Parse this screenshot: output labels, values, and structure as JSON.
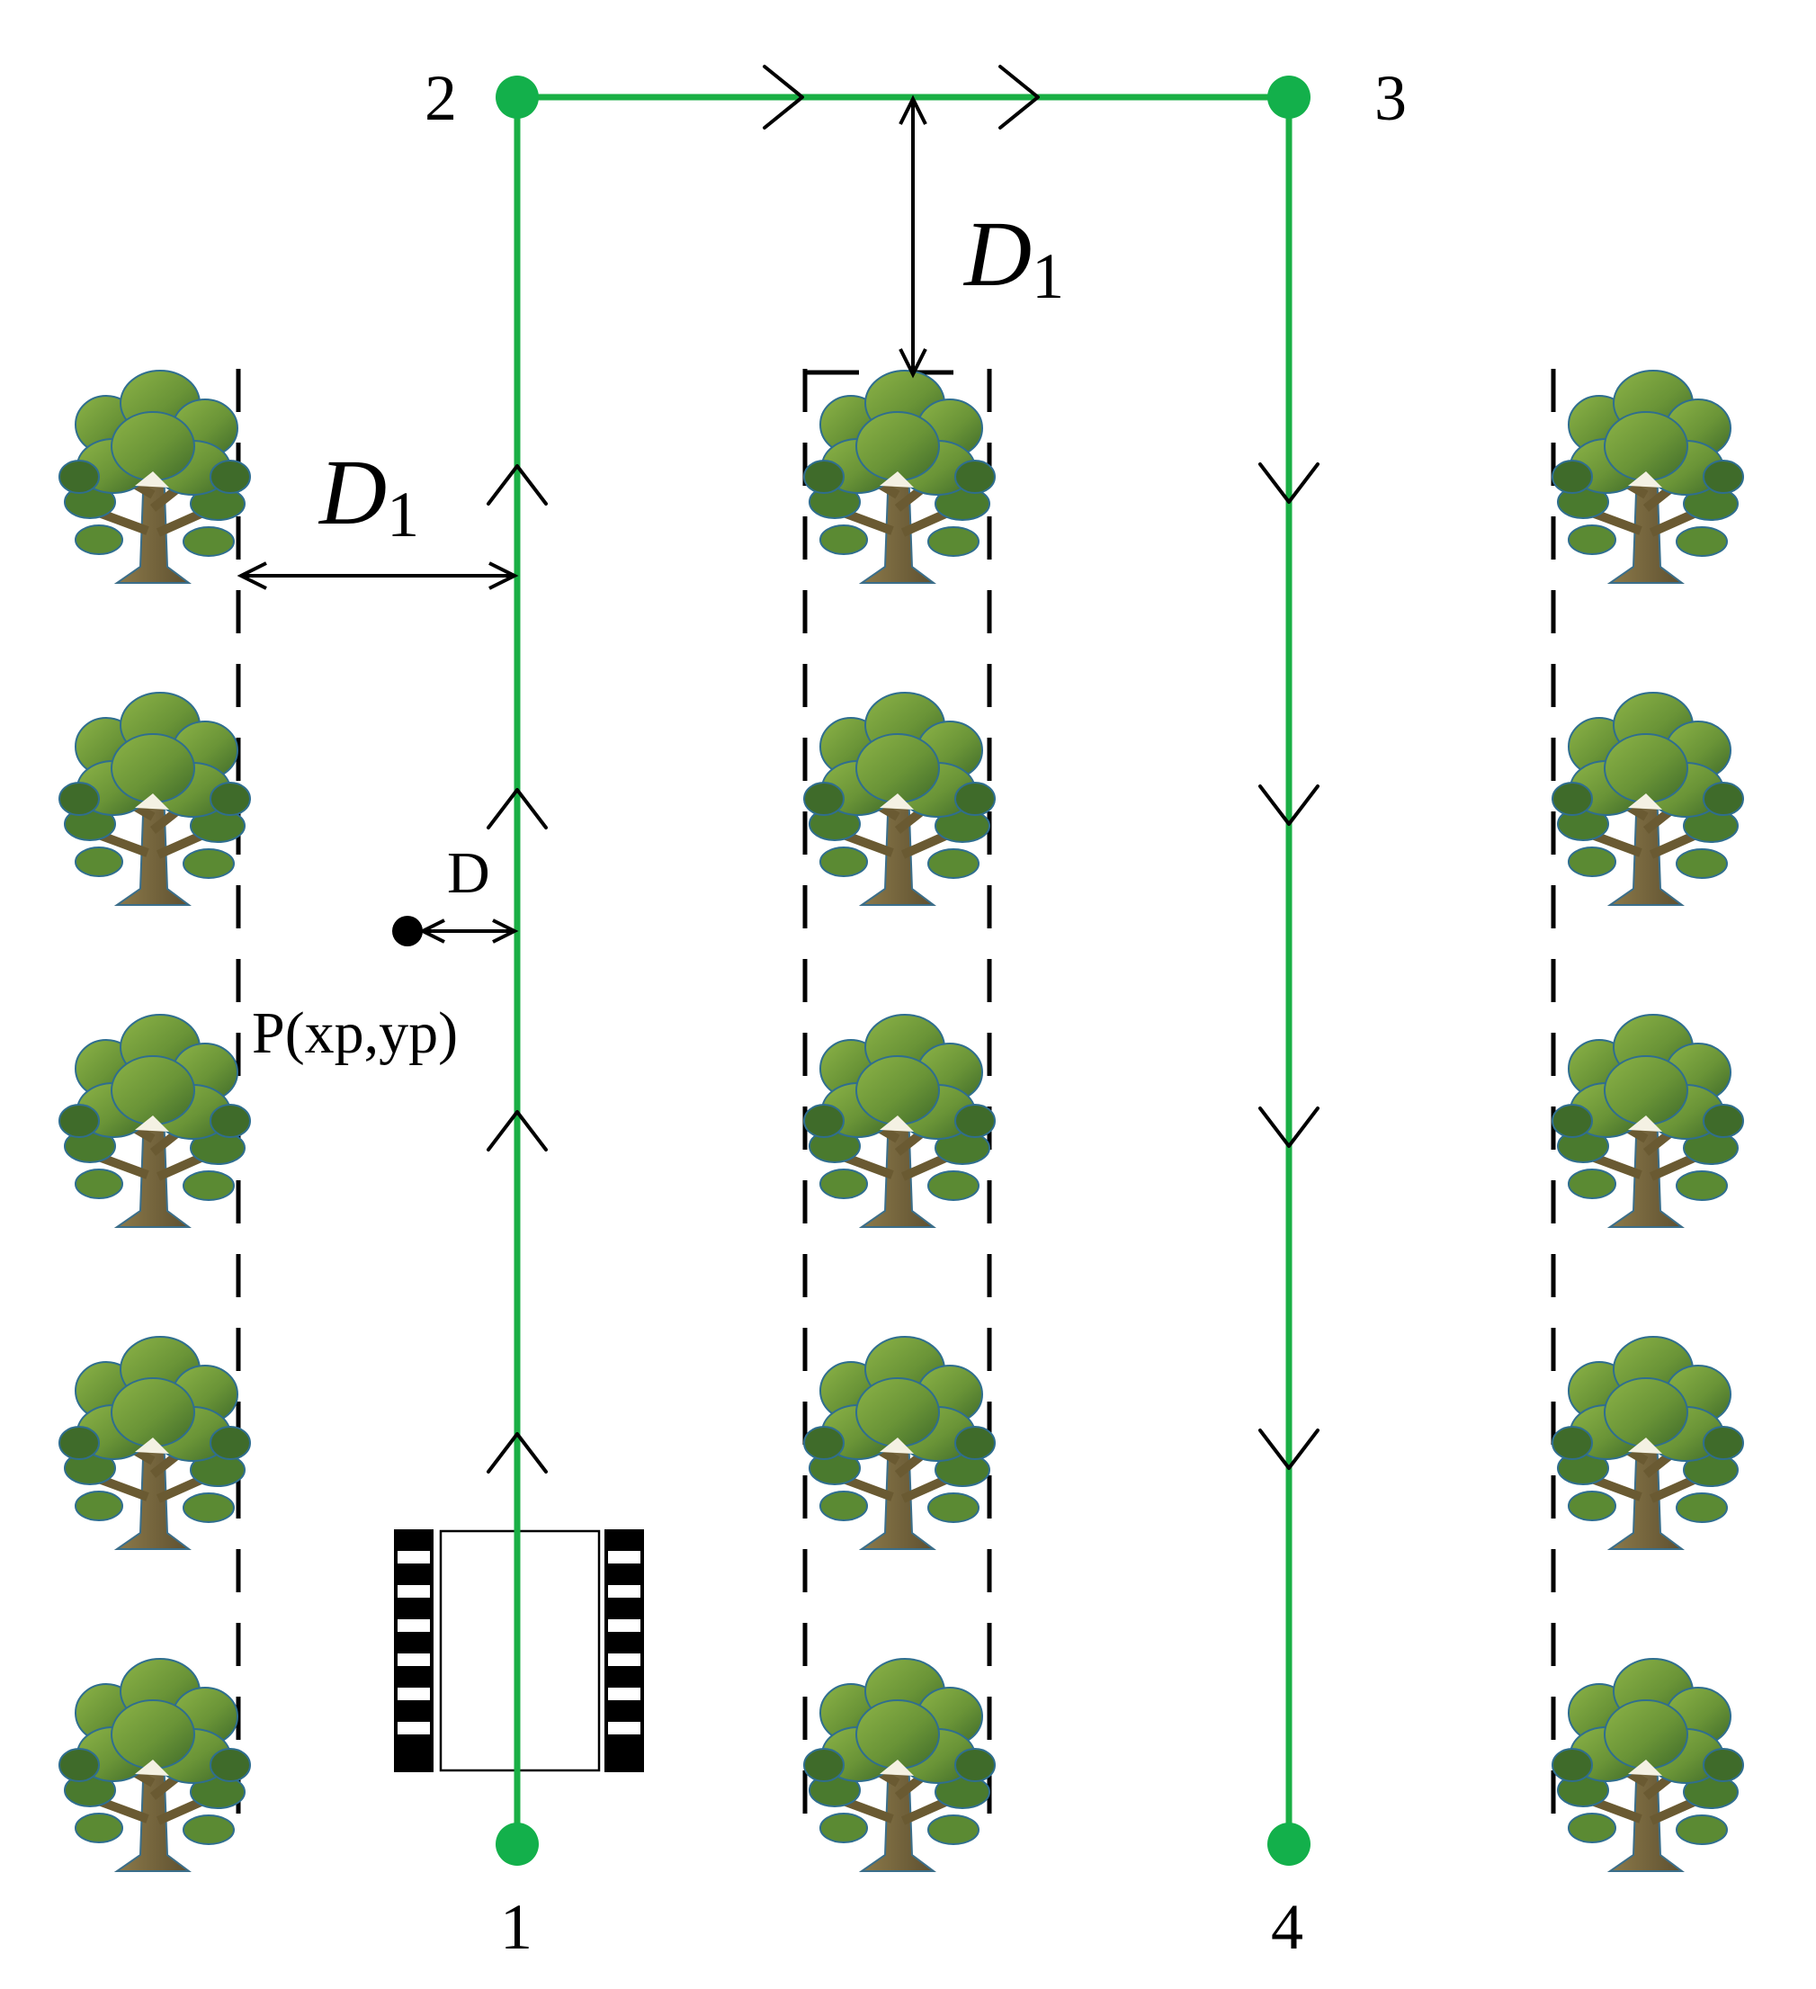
{
  "labels": {
    "corner_1": "1",
    "corner_2": "2",
    "corner_3": "3",
    "corner_4": "4",
    "dist_main_letter": "D",
    "dist_main_sub": "1",
    "dist_small": "D",
    "point_label": "P(xp,yp)"
  },
  "colors": {
    "path_line": "#1aaf45",
    "path_node": "#13b04b",
    "boundary": "#000000",
    "tree_canopy_light": "#7aa23a",
    "tree_canopy_dark": "#3f6b2a",
    "tree_trunk": "#7a6a3e"
  },
  "icons": {
    "tree": "tree-icon",
    "vehicle": "tracked-vehicle-icon",
    "point": "point-marker"
  },
  "structure": {
    "tree_rows": 3,
    "trees_per_row": 5,
    "path_waypoints": [
      "1",
      "2",
      "3",
      "4"
    ]
  }
}
